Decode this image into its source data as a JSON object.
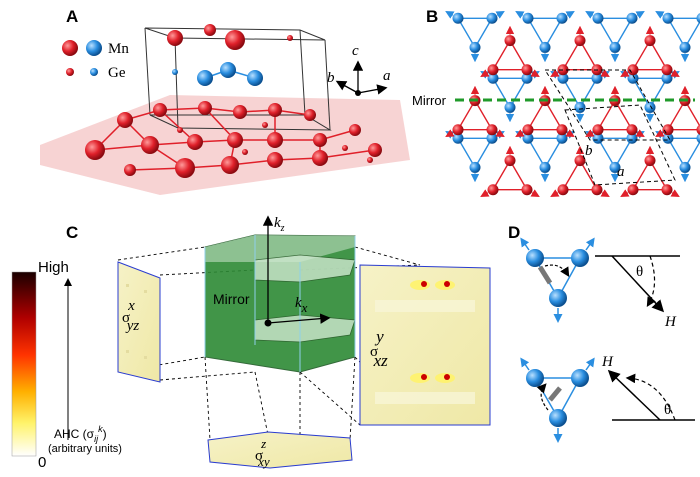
{
  "panels": {
    "a": {
      "label": "A",
      "legend": [
        {
          "element": "Mn",
          "color_red": "#e0202a",
          "color_blue": "#2a8ee0"
        },
        {
          "element": "Ge",
          "color_red": "#c21a22",
          "color_blue": "#2a7fd0"
        }
      ],
      "axes": {
        "c": "c",
        "b": "b",
        "a": "a"
      }
    },
    "b": {
      "label": "B",
      "mirror_label": "Mirror",
      "axes": {
        "b": "b",
        "a": "a"
      }
    },
    "c": {
      "label": "C",
      "colorbar": {
        "high": "High",
        "low": "0",
        "title": "AHC (σ",
        "title_sub": "ij",
        "title_sup": "k",
        "title_end": ")",
        "units": "(arbitrary units)"
      },
      "mirror_label": "Mirror",
      "kz": "k",
      "kz_sub": "z",
      "kx": "k",
      "kx_sub": "x",
      "sigma_yz": {
        "base": "σ",
        "sub": "yz",
        "sup": "x"
      },
      "sigma_xz": {
        "base": "σ",
        "sub": "xz",
        "sup": "y"
      },
      "sigma_xy": {
        "base": "σ",
        "sub": "xy",
        "sup": "z"
      }
    },
    "d": {
      "label": "D",
      "top": {
        "theta": "θ",
        "field": "H"
      },
      "bottom": {
        "theta": "θ",
        "field": "H"
      }
    }
  },
  "colors": {
    "mn_red": "#e0202a",
    "mn_blue": "#2a8ee0",
    "mirror_green": "#1f9a2a",
    "plane_pink": "#f4c4c4",
    "green_box": "#2d8a35",
    "yellow_face": "#f3efb8"
  }
}
